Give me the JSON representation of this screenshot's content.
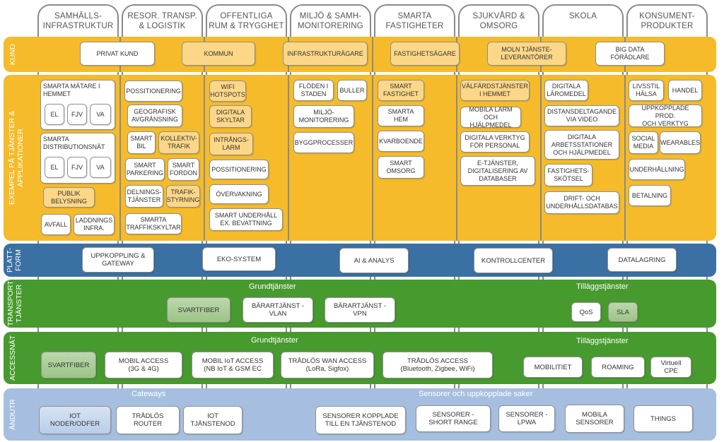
{
  "columns": [
    {
      "title": "SAMHÄLLS-\nINFRASTRUKTUR"
    },
    {
      "title": "RESOR. TRANSP.\n& LOGISTIK"
    },
    {
      "title": "OFFENTLIGA\nRUM & TRYGGHET"
    },
    {
      "title": "MILJÖ & SAMH-\nMONITORERING"
    },
    {
      "title": "SMARTA\nFASTIGHETER"
    },
    {
      "title": "SJUKVÅRD &\nOMSORG"
    },
    {
      "title": "SKOLA"
    },
    {
      "title": "KONSUMENT-\nPRODUKTER"
    }
  ],
  "rows": {
    "kund": "KUND",
    "exempel": "EXEMPEL PÅ TJÄNSTER &\nAPPLIKATIONER",
    "plattform": "PLATT-\nFORM",
    "transport": "TRANSPORT\nTJÄNSTER",
    "accessnat": "ACCESSNÄT",
    "andutr": "ÄNDUTR"
  },
  "kund_boxes": [
    "PRIVAT KUND",
    "KOMMUN",
    "INFRASTRUKTURÄGARE",
    "FASTIGHETSÄGARE",
    "MOLN TJÄNSTE-\nLEVERANTÖRER",
    "BIG DATA\nFÖRÄDLARE"
  ],
  "exempel": {
    "col1": {
      "group1_title": "SMARTA MÄTARE I\nHEMMET",
      "group1_items": [
        "EL",
        "FJV",
        "VA"
      ],
      "group2_title": "SMARTA\nDISTRIBUTIONSNÄT",
      "group2_items": [
        "EL",
        "FJV",
        "VA"
      ],
      "items": [
        "PUBLIK\nBELYSNING",
        "AVFALL",
        "LADDNINGS\nINFRA."
      ]
    },
    "col2": [
      "POSSITIONERING",
      "GEOGRAFISK\nAVGRÄNSNING",
      "SMART\nBIL",
      "KOLLEKTIV-\nTRAFIK",
      "SMART\nPARKERING",
      "SMART\nFORDON",
      "DELNINGS-\nTJÄNSTER",
      "TRAFIK-\nSTYRNING",
      "SMARTA\nTRAFFIKSKYLTAR"
    ],
    "col3": [
      "WIFI\nHOTSPOTS",
      "DIGITALA\nSKYLTAR",
      "INTRÅNGS-\nLARM",
      "POSSITIONERING",
      "ÖVERVAKNING",
      "SMART  UNDERHÅLL\nEX. BEVATTNING"
    ],
    "col4": [
      "FLÖDEN I\nSTADEN",
      "BULLER",
      "MILJÖ-\nMONITORERING",
      "BYGGPROCESSER"
    ],
    "col5": [
      "SMART\nFASTIGHET",
      "SMARTA HEM",
      "KVARBOENDE",
      "SMART\nOMSORG"
    ],
    "col6": [
      "VÄLFÄRDSTJÄNSTER\nI HEMMET",
      "MOBILA LARM\nOCH HJÄLPMEDEL",
      "DIGITALA VERKTYG\nFÖR PERSONAL",
      "E-TJÄNSTER,\nDIGITALISERING AV\nDATABASER"
    ],
    "col7": [
      "DIGITALA\nLÄROMEDEL",
      "DISTANSDELTAGANDE\nVIA VIDEO",
      "DIGITALA\nARBETSSTATIONER\nOCH HJÄLPMEDEL",
      "FASTIGHETS-\nSKÖTSEL",
      "DRIFT- OCH\nUNDERHÅLLSDATABAS"
    ],
    "col8": [
      "LIVSSTIL\nHÄLSA",
      "HANDEL",
      "UPPKOPPLADE PROD.\nOCH VERKTYG",
      "SOCIAL\nMEDIA",
      "WEARABLES",
      "UNDERHÅLLNING",
      "BETALNING"
    ]
  },
  "plattform_boxes": [
    "UPPKOPPLING &\nGATEWAY",
    "EKO-SYSTEM",
    "AI & ANALYS",
    "KONTROLLCENTER",
    "DATALAGRING"
  ],
  "transport": {
    "grund_label": "Grundtjänster",
    "tillagg_label": "Tilläggstjänster",
    "grund_boxes": [
      "SVARTFIBER",
      "BÄRARTJÄNST -\nVLAN",
      "BÄRARTJÄNST -\nVPN"
    ],
    "tillagg_boxes": [
      "QoS",
      "SLA"
    ]
  },
  "access": {
    "grund_label": "Grundtjänster",
    "tillagg_label": "Tilläggstjänster",
    "grund_boxes": [
      "SVARTFIBER",
      "MOBIL ACCESS\n(3G & 4G)",
      "MOBIL IoT ACCESS\n(NB IoT & GSM EC",
      "TRÅDLÖS WAN ACCESS\n(LoRa, Sigfox)",
      "TRÅDLÖS ACCESS\n(Bluetooth, Zigbee, WiFi)"
    ],
    "tillagg_boxes": [
      "MOBILITIET",
      "ROAMING",
      "Virtuell\nCPE"
    ]
  },
  "andutr": {
    "gateways_label": "Cateways",
    "sensors_label": "Sensorer och uppkopplade saker",
    "gateway_boxes": [
      "IOT\nNODER/ODFER",
      "TRÅDLÖS\nROUTER",
      "IOT\nTJÄNSTENOD"
    ],
    "sensor_boxes": [
      "SENSORER KOPPLADE\nTILL EN TJÄNSTENOD",
      "SENSORER -\nSHORT RANGE",
      "SENSORER -\nLPWA",
      "MOBILA\nSENSORER",
      "THINGS"
    ]
  }
}
